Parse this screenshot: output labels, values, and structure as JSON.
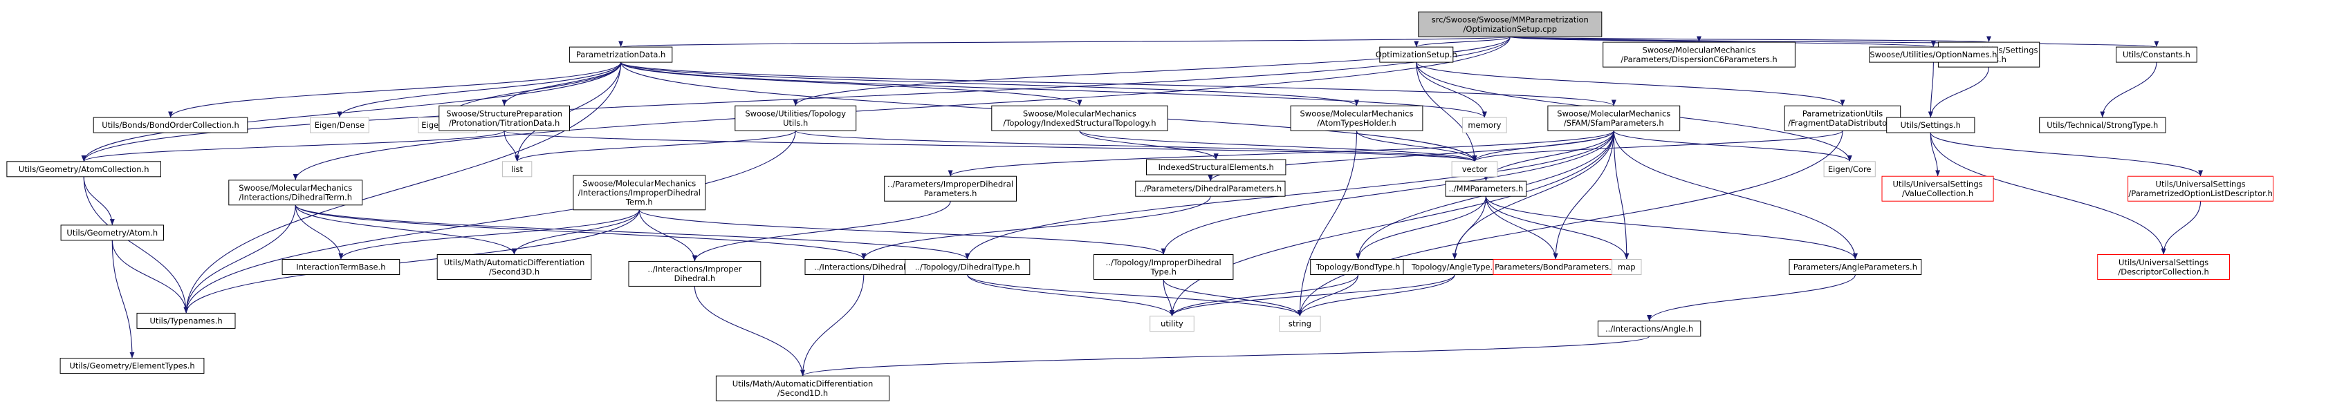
{
  "colors": {
    "edge": "#191970",
    "box_border": "#000000",
    "root_fill": "#bfbfbf",
    "plain_fill": "#ffffff",
    "external_border": "#bfbfbf",
    "missing_border": "#ff0000"
  },
  "nodes": [
    {
      "id": "root",
      "style": "root",
      "lines": [
        "src/Swoose/Swoose/MMParametrization",
        "/OptimizationSetup.cpp"
      ]
    },
    {
      "id": "paramdata",
      "style": "plain",
      "lines": [
        "ParametrizationData.h"
      ]
    },
    {
      "id": "optsetup",
      "style": "plain",
      "lines": [
        "OptimizationSetup.h"
      ]
    },
    {
      "id": "dispersion",
      "style": "plain",
      "lines": [
        "Swoose/MolecularMechanics",
        "/Parameters/DispersionC6Parameters.h"
      ]
    },
    {
      "id": "settingsnames",
      "style": "plain",
      "lines": [
        "Swoose/Utilities/Settings",
        "Names.h"
      ]
    },
    {
      "id": "optionnames",
      "style": "plain",
      "lines": [
        "Swoose/Utilities/OptionNames.h"
      ]
    },
    {
      "id": "constants",
      "style": "plain",
      "lines": [
        "Utils/Constants.h"
      ]
    },
    {
      "id": "bondorder",
      "style": "plain",
      "lines": [
        "Utils/Bonds/BondOrderCollection.h"
      ]
    },
    {
      "id": "eigendense",
      "style": "external",
      "lines": [
        "Eigen/Dense"
      ]
    },
    {
      "id": "eigensparse",
      "style": "external",
      "lines": [
        "Eigen/Sparse"
      ]
    },
    {
      "id": "structprep",
      "style": "plain",
      "lines": [
        "Swoose/StructurePreparation",
        "/Protonation/TitrationData.h"
      ]
    },
    {
      "id": "topoutils",
      "style": "plain",
      "lines": [
        "Swoose/Utilities/Topology",
        "Utils.h"
      ]
    },
    {
      "id": "idxtopo",
      "style": "plain",
      "lines": [
        "Swoose/MolecularMechanics",
        "/Topology/IndexedStructuralTopology.h"
      ]
    },
    {
      "id": "atomtypes",
      "style": "plain",
      "lines": [
        "Swoose/MolecularMechanics",
        "/AtomTypesHolder.h"
      ]
    },
    {
      "id": "sfam",
      "style": "plain",
      "lines": [
        "Swoose/MolecularMechanics",
        "/SFAM/SfamParameters.h"
      ]
    },
    {
      "id": "memory",
      "style": "external",
      "lines": [
        "memory"
      ]
    },
    {
      "id": "fragdist",
      "style": "plain",
      "lines": [
        "ParametrizationUtils",
        "/FragmentDataDistributor.h"
      ]
    },
    {
      "id": "utilssettings",
      "style": "plain",
      "lines": [
        "Utils/Settings.h"
      ]
    },
    {
      "id": "strongtype",
      "style": "plain",
      "lines": [
        "Utils/Technical/StrongType.h"
      ]
    },
    {
      "id": "list",
      "style": "external",
      "lines": [
        "list"
      ]
    },
    {
      "id": "vector",
      "style": "external",
      "lines": [
        "vector"
      ]
    },
    {
      "id": "idxelements",
      "style": "plain",
      "lines": [
        "IndexedStructuralElements.h"
      ]
    },
    {
      "id": "eigencore",
      "style": "external",
      "lines": [
        "Eigen/Core"
      ]
    },
    {
      "id": "atomcoll",
      "style": "plain",
      "lines": [
        "Utils/Geometry/AtomCollection.h"
      ]
    },
    {
      "id": "dihedralterm",
      "style": "plain",
      "lines": [
        "Swoose/MolecularMechanics",
        "/Interactions/DihedralTerm.h"
      ]
    },
    {
      "id": "improperterm",
      "style": "plain",
      "lines": [
        "Swoose/MolecularMechanics",
        "/Interactions/ImproperDihedral",
        "Term.h"
      ]
    },
    {
      "id": "improperparams",
      "style": "plain",
      "lines": [
        "../Parameters/ImproperDihedral",
        "Parameters.h"
      ]
    },
    {
      "id": "dihedralparams",
      "style": "plain",
      "lines": [
        "../Parameters/DihedralParameters.h"
      ]
    },
    {
      "id": "mmparams",
      "style": "plain",
      "lines": [
        "../MMParameters.h"
      ]
    },
    {
      "id": "valuecoll",
      "style": "missing",
      "lines": [
        "Utils/UniversalSettings",
        "/ValueCollection.h"
      ]
    },
    {
      "id": "paramopt",
      "style": "missing",
      "lines": [
        "Utils/UniversalSettings",
        "/ParametrizedOptionListDescriptor.h"
      ]
    },
    {
      "id": "atomh",
      "style": "plain",
      "lines": [
        "Utils/Geometry/Atom.h"
      ]
    },
    {
      "id": "interterm",
      "style": "plain",
      "lines": [
        "InteractionTermBase.h"
      ]
    },
    {
      "id": "second3d",
      "style": "plain",
      "lines": [
        "Utils/Math/AutomaticDifferentiation",
        "/Second3D.h"
      ]
    },
    {
      "id": "interimproper",
      "style": "plain",
      "lines": [
        "../Interactions/Improper",
        "Dihedral.h"
      ]
    },
    {
      "id": "interdihedral",
      "style": "plain",
      "lines": [
        "../Interactions/Dihedral.h"
      ]
    },
    {
      "id": "topodihedral",
      "style": "plain",
      "lines": [
        "../Topology/DihedralType.h"
      ]
    },
    {
      "id": "topoimproper",
      "style": "plain",
      "lines": [
        "../Topology/ImproperDihedral",
        "Type.h"
      ]
    },
    {
      "id": "bondtype",
      "style": "plain",
      "lines": [
        "Topology/BondType.h"
      ]
    },
    {
      "id": "angletype",
      "style": "plain",
      "lines": [
        "Topology/AngleType.h"
      ]
    },
    {
      "id": "bondparams",
      "style": "missing",
      "lines": [
        "Parameters/BondParameters.h"
      ]
    },
    {
      "id": "map",
      "style": "external",
      "lines": [
        "map"
      ]
    },
    {
      "id": "angleparams",
      "style": "plain",
      "lines": [
        "Parameters/AngleParameters.h"
      ]
    },
    {
      "id": "desccoll",
      "style": "missing",
      "lines": [
        "Utils/UniversalSettings",
        "/DescriptorCollection.h"
      ]
    },
    {
      "id": "typenames",
      "style": "plain",
      "lines": [
        "Utils/Typenames.h"
      ]
    },
    {
      "id": "utility",
      "style": "external",
      "lines": [
        "utility"
      ]
    },
    {
      "id": "string",
      "style": "external",
      "lines": [
        "string"
      ]
    },
    {
      "id": "interangle",
      "style": "plain",
      "lines": [
        "../Interactions/Angle.h"
      ]
    },
    {
      "id": "elementtypes",
      "style": "plain",
      "lines": [
        "Utils/Geometry/ElementTypes.h"
      ]
    },
    {
      "id": "second1d",
      "style": "plain",
      "lines": [
        "Utils/Math/AutomaticDifferentiation",
        "/Second1D.h"
      ]
    }
  ],
  "edges": [
    [
      "root",
      "paramdata"
    ],
    [
      "root",
      "optsetup"
    ],
    [
      "root",
      "dispersion"
    ],
    [
      "root",
      "settingsnames"
    ],
    [
      "root",
      "optionnames"
    ],
    [
      "root",
      "constants"
    ],
    [
      "root",
      "topoutils"
    ],
    [
      "root",
      "atomcoll"
    ],
    [
      "root",
      "dihedralterm"
    ],
    [
      "paramdata",
      "bondorder"
    ],
    [
      "paramdata",
      "eigendense"
    ],
    [
      "paramdata",
      "eigensparse"
    ],
    [
      "paramdata",
      "structprep"
    ],
    [
      "paramdata",
      "idxtopo"
    ],
    [
      "paramdata",
      "atomtypes"
    ],
    [
      "paramdata",
      "sfam"
    ],
    [
      "paramdata",
      "memory"
    ],
    [
      "paramdata",
      "list"
    ],
    [
      "paramdata",
      "vector"
    ],
    [
      "paramdata",
      "atomcoll"
    ],
    [
      "paramdata",
      "typenames"
    ],
    [
      "optsetup",
      "memory"
    ],
    [
      "optsetup",
      "fragdist"
    ],
    [
      "optsetup",
      "vector"
    ],
    [
      "optsetup",
      "eigencore"
    ],
    [
      "settingsnames",
      "utilssettings"
    ],
    [
      "optionnames",
      "utilssettings"
    ],
    [
      "constants",
      "strongtype"
    ],
    [
      "structprep",
      "list"
    ],
    [
      "structprep",
      "vector"
    ],
    [
      "structprep",
      "atomcoll"
    ],
    [
      "topoutils",
      "list"
    ],
    [
      "topoutils",
      "vector"
    ],
    [
      "topoutils",
      "typenames"
    ],
    [
      "idxtopo",
      "idxelements"
    ],
    [
      "idxtopo",
      "vector"
    ],
    [
      "atomtypes",
      "vector"
    ],
    [
      "atomtypes",
      "string"
    ],
    [
      "fragdist",
      "vector"
    ],
    [
      "fragdist",
      "string"
    ],
    [
      "sfam",
      "vector"
    ],
    [
      "sfam",
      "eigencore"
    ],
    [
      "sfam",
      "improperparams"
    ],
    [
      "sfam",
      "dihedralparams"
    ],
    [
      "sfam",
      "mmparams"
    ],
    [
      "sfam",
      "topodihedral"
    ],
    [
      "sfam",
      "topoimproper"
    ],
    [
      "sfam",
      "bondtype"
    ],
    [
      "sfam",
      "angletype"
    ],
    [
      "sfam",
      "bondparams"
    ],
    [
      "sfam",
      "map"
    ],
    [
      "sfam",
      "angleparams"
    ],
    [
      "sfam",
      "utility"
    ],
    [
      "utilssettings",
      "valuecoll"
    ],
    [
      "utilssettings",
      "paramopt"
    ],
    [
      "utilssettings",
      "desccoll"
    ],
    [
      "paramopt",
      "desccoll"
    ],
    [
      "atomcoll",
      "atomh"
    ],
    [
      "atomcoll",
      "typenames"
    ],
    [
      "atomh",
      "typenames"
    ],
    [
      "atomh",
      "elementtypes"
    ],
    [
      "dihedralterm",
      "interterm"
    ],
    [
      "dihedralterm",
      "second3d"
    ],
    [
      "dihedralterm",
      "interdihedral"
    ],
    [
      "dihedralterm",
      "topodihedral"
    ],
    [
      "dihedralterm",
      "typenames"
    ],
    [
      "improperterm",
      "interterm"
    ],
    [
      "improperterm",
      "second3d"
    ],
    [
      "improperterm",
      "interimproper"
    ],
    [
      "improperterm",
      "topoimproper"
    ],
    [
      "improperterm",
      "typenames"
    ],
    [
      "improperparams",
      "interimproper"
    ],
    [
      "dihedralparams",
      "interdihedral"
    ],
    [
      "mmparams",
      "bondtype"
    ],
    [
      "mmparams",
      "angletype"
    ],
    [
      "mmparams",
      "bondparams"
    ],
    [
      "mmparams",
      "map"
    ],
    [
      "mmparams",
      "angleparams"
    ],
    [
      "interimproper",
      "second1d"
    ],
    [
      "interdihedral",
      "second1d"
    ],
    [
      "topodihedral",
      "utility"
    ],
    [
      "topodihedral",
      "string"
    ],
    [
      "topoimproper",
      "utility"
    ],
    [
      "topoimproper",
      "string"
    ],
    [
      "bondtype",
      "utility"
    ],
    [
      "bondtype",
      "string"
    ],
    [
      "angletype",
      "utility"
    ],
    [
      "angletype",
      "string"
    ],
    [
      "angleparams",
      "interangle"
    ],
    [
      "interangle",
      "second1d"
    ]
  ]
}
